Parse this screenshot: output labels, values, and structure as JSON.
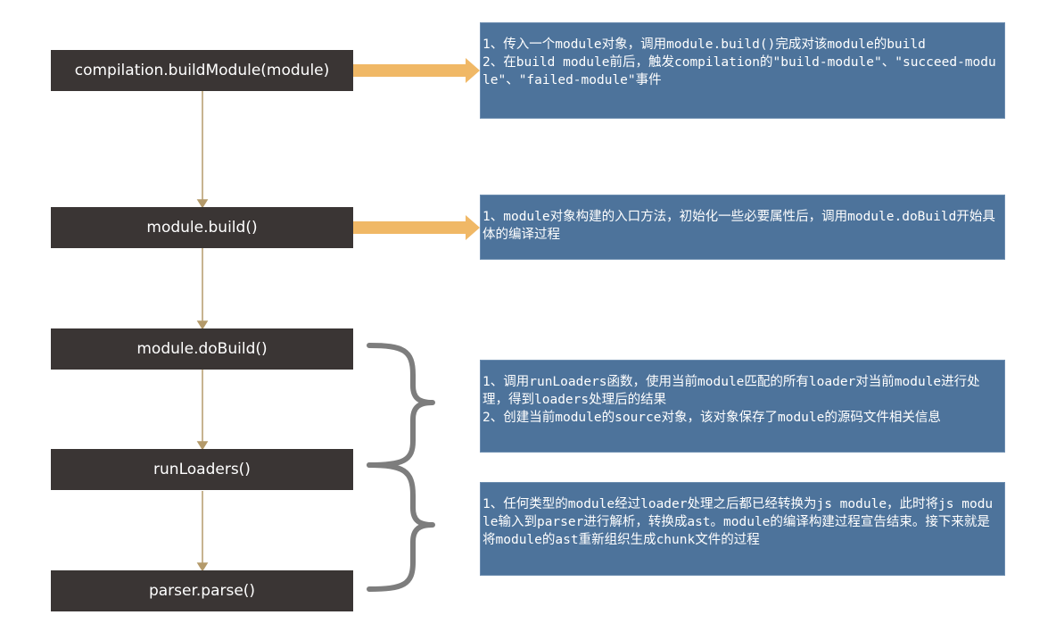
{
  "steps": [
    {
      "label": "compilation.buildModule(module)"
    },
    {
      "label": "module.build()"
    },
    {
      "label": "module.doBuild()"
    },
    {
      "label": "runLoaders()"
    },
    {
      "label": "parser.parse()"
    }
  ],
  "notes": [
    {
      "lines": [
        "1、传入一个module对象，调用module.build()完成对该module的build",
        "2、在build module前后，触发compilation的\"build-module\"、\"succeed-module\"、\"failed-module\"事件"
      ]
    },
    {
      "lines": [
        "1、module对象构建的入口方法，初始化一些必要属性后，调用module.doBuild开始具体的编译过程"
      ]
    },
    {
      "lines": [
        "1、调用runLoaders函数，使用当前module匹配的所有loader对当前module进行处理，得到loaders处理后的结果",
        "2、创建当前module的source对象，该对象保存了module的源码文件相关信息"
      ]
    },
    {
      "lines": [
        "1、任何类型的module经过loader处理之后都已经转换为js module，此时将js module输入到parser进行解析，转换成ast。module的编译构建过程宣告结束。接下来就是将module的ast重新组织生成chunk文件的过程"
      ]
    }
  ],
  "colors": {
    "step_fill": "#3a3534",
    "note_fill": "#4d739b",
    "connector": "#b49a6a",
    "arrow": "#f0b866",
    "brace": "#7d7d7d"
  }
}
